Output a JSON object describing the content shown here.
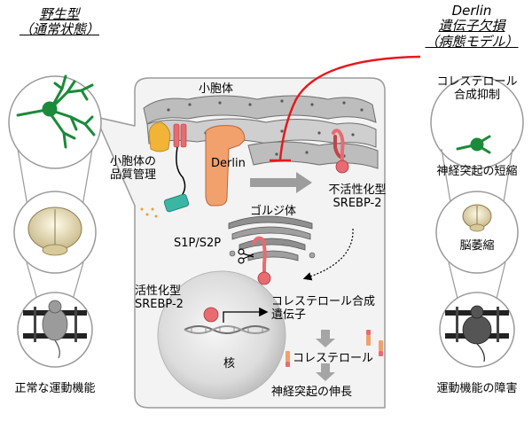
{
  "left_panel": {
    "title": "野生型",
    "subtitle": "（通常状態）",
    "caption": "正常な運動機能"
  },
  "right_panel": {
    "title_1": "Derlin",
    "title_2": "遺伝子欠損",
    "subtitle": "（病態モデル）",
    "label_1_line1": "コレステロール",
    "label_1_line2": "合成抑制",
    "label_2": "神経突起の短縮",
    "label_3": "脳萎縮",
    "caption": "運動機能の障害"
  },
  "cell": {
    "er": "小胞体",
    "er_qc_line1": "小胞体の",
    "er_qc_line2": "品質管理",
    "derlin": "Derlin",
    "inactive_line1": "不活性化型",
    "inactive_line2": "SREBP-2",
    "golgi": "ゴルジ体",
    "protease": "S1P/S2P",
    "active_line1": "活性化型",
    "active_line2": "SREBP-2",
    "gene_line1": "コレステロール合成",
    "gene_line2": "遺伝子",
    "nucleus": "核",
    "cholesterol": "コレステロール",
    "elongation": "神経突起の伸長"
  },
  "colors": {
    "inhibition": "#e8181c",
    "srebp": "#e96b6f",
    "derlin": "#f2a06c",
    "chaperone": "#f1b437",
    "channel": "#3ab6a5",
    "neuron": "#1b8a3a"
  }
}
